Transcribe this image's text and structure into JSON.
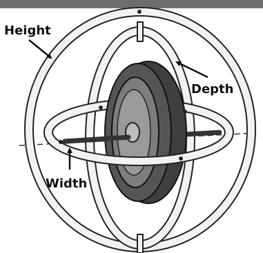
{
  "labels": {
    "height": "Height",
    "depth": "Depth",
    "width": "Width"
  },
  "colors": {
    "top_bar": "#6e6e6e",
    "ring_fill": "#f2f2f2",
    "ring_stroke": "#222222",
    "rotor_dark": "#3f3f3f",
    "rotor_mid": "#7d7d7d",
    "rotor_light": "#9a9a9a",
    "arrow": "#111111"
  }
}
